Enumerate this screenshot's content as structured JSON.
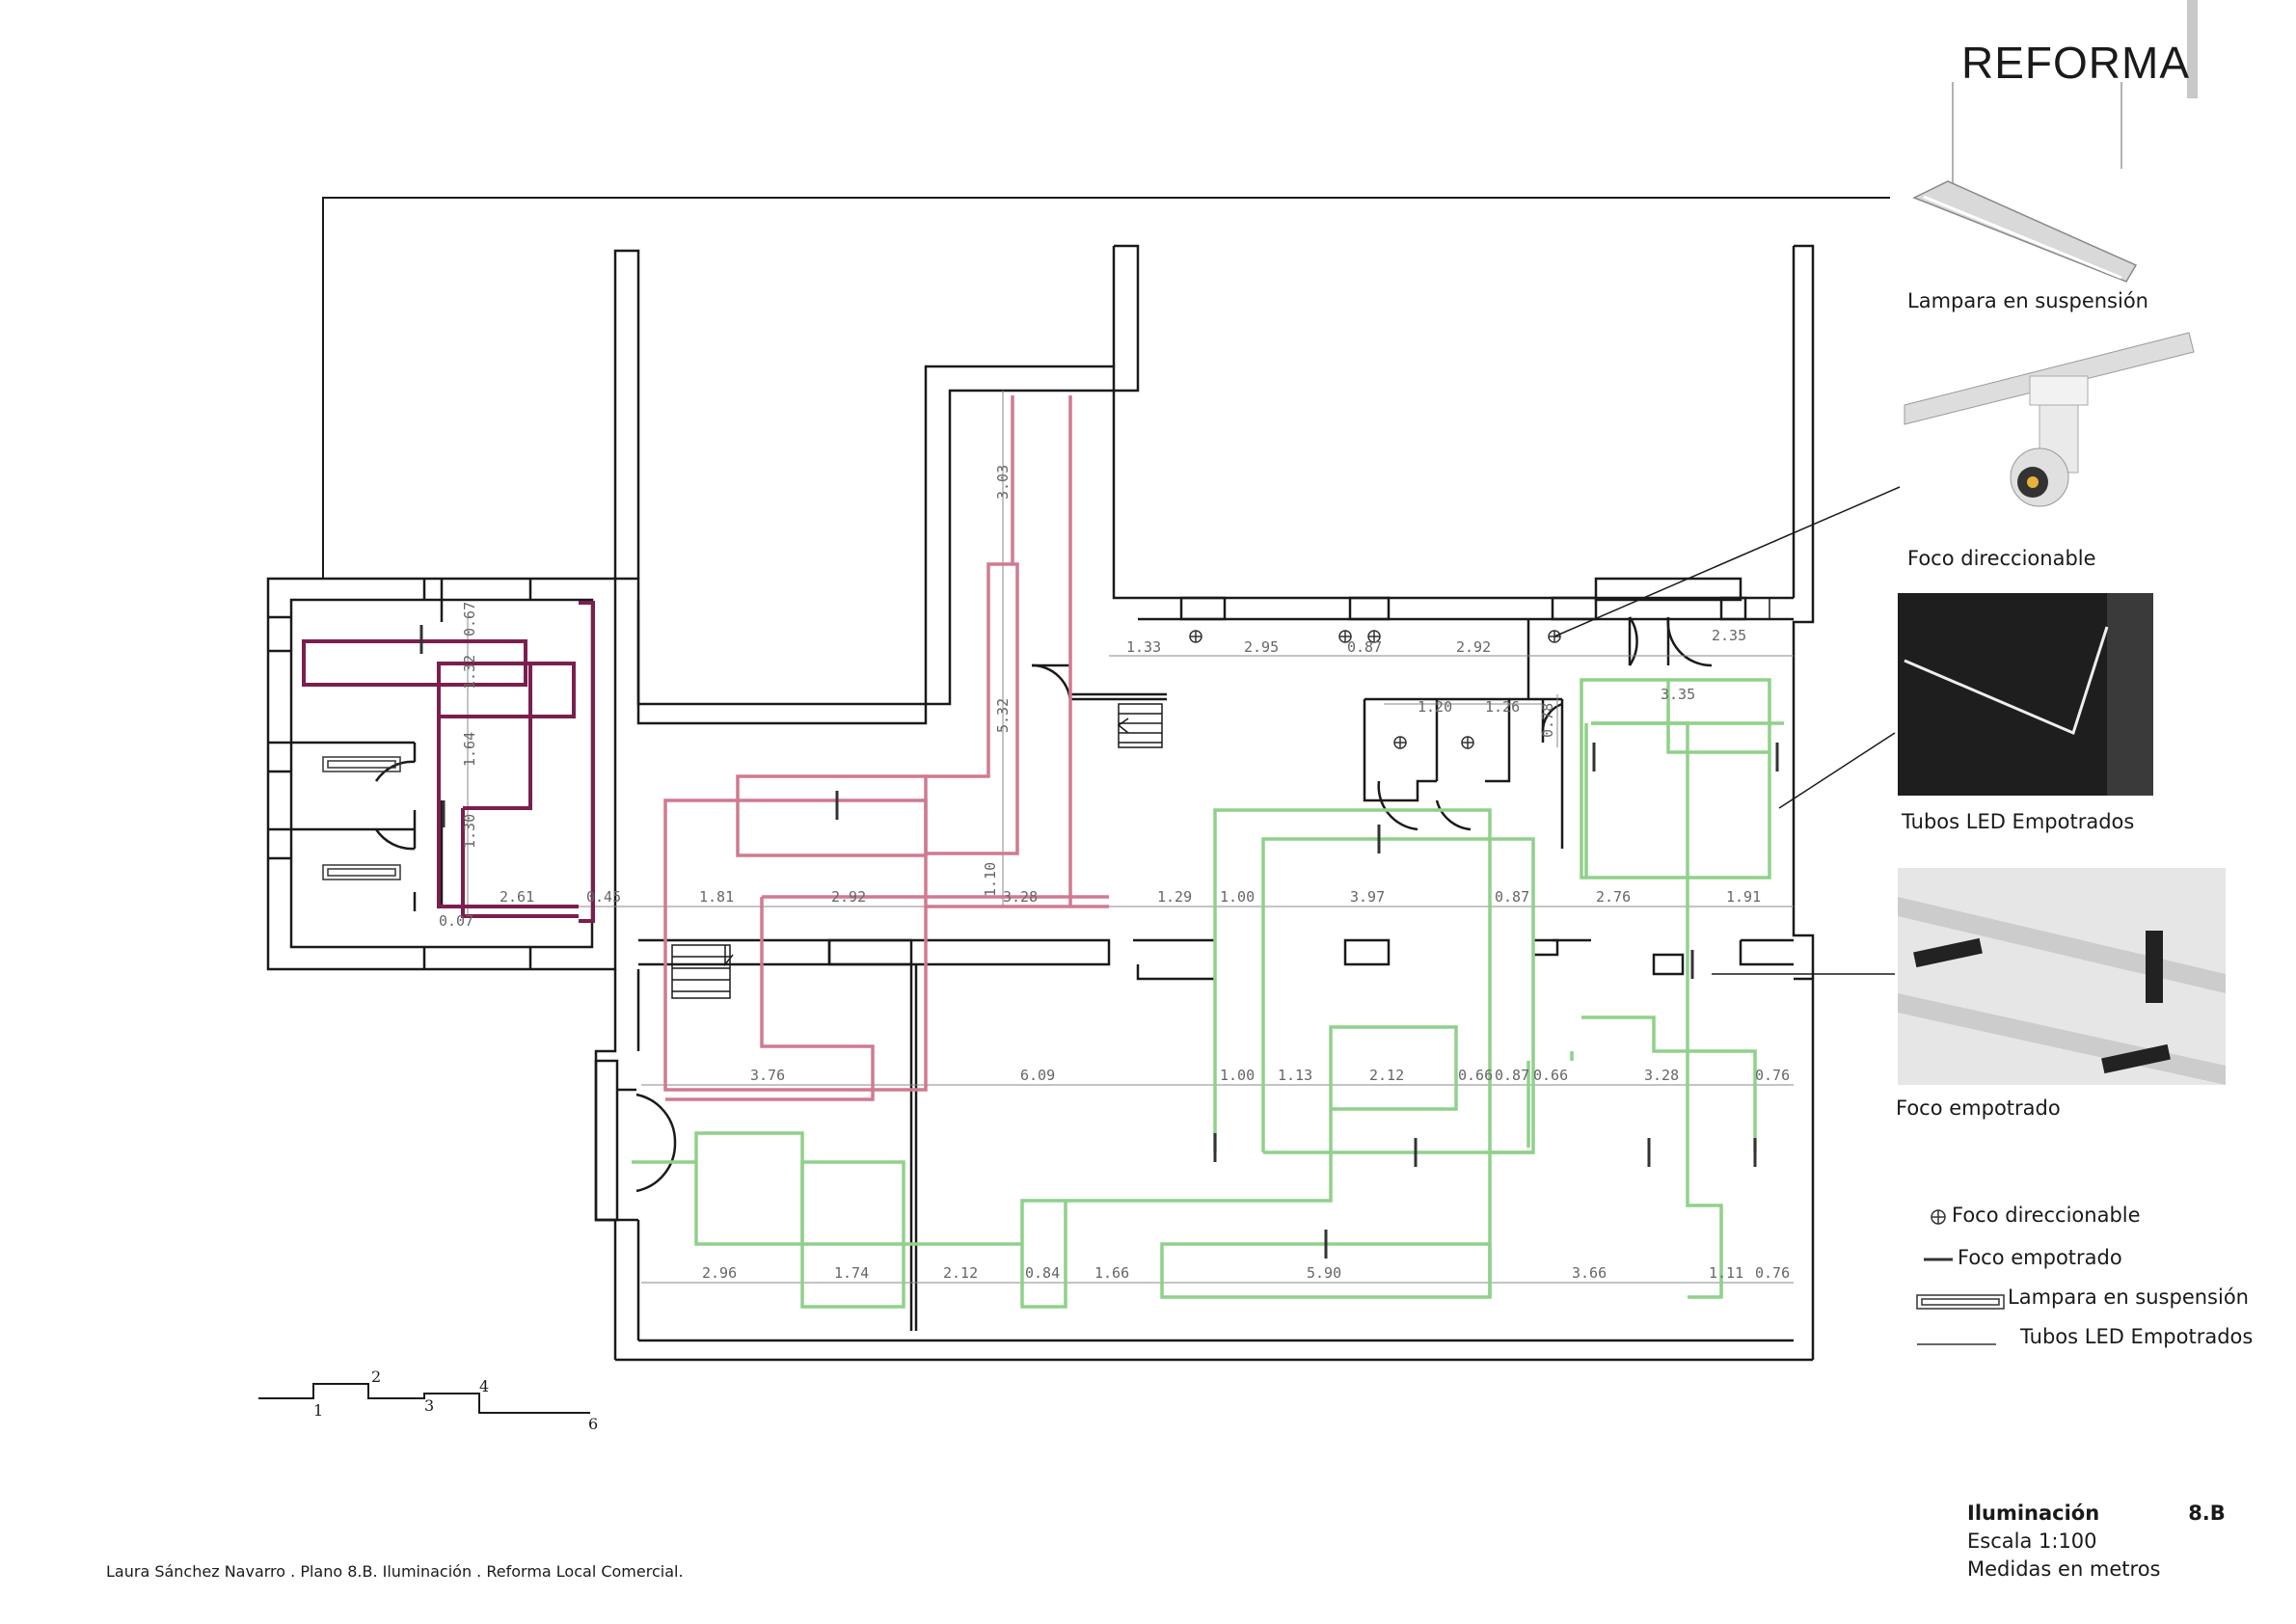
{
  "header": {
    "title": "REFORMA"
  },
  "photos": [
    {
      "caption": "Lampara en suspensión",
      "icon": "suspension-lamp-photo"
    },
    {
      "caption": "Foco direccionable",
      "icon": "track-spotlight-photo"
    },
    {
      "caption": "Tubos LED Empotrados",
      "icon": "recessed-led-tube-photo"
    },
    {
      "caption": "Foco empotrado",
      "icon": "recessed-spot-photo"
    }
  ],
  "legend": [
    {
      "symbol": "circle-cross-icon",
      "label": "Foco direccionable"
    },
    {
      "symbol": "recessed-spot-symbol",
      "label": "Foco empotrado"
    },
    {
      "symbol": "suspension-lamp-symbol",
      "label": "Lampara en suspensión"
    },
    {
      "symbol": "line-symbol",
      "label": "Tubos LED Empotrados"
    }
  ],
  "sheet": {
    "name": "Iluminación",
    "number": "8.B",
    "scale": "Escala 1:100",
    "units": "Medidas en metros"
  },
  "footer": "Laura Sánchez Navarro . Plano 8.B. Iluminación . Reforma Local Comercial.",
  "section_marks": [
    "1",
    "2",
    "3",
    "4",
    "6"
  ],
  "dimensions": {
    "top_left_vertical": [
      "0.67",
      "1.32",
      "1.64",
      "1.30",
      "0.07"
    ],
    "corridor_vertical": [
      "3.03",
      "5.32",
      "1.10"
    ],
    "top_row": [
      "1.33",
      "2.95",
      "0.87",
      "2.92",
      "2.35"
    ],
    "bathrooms": [
      "1.20",
      "1.26",
      "0.78",
      "3.35"
    ],
    "mid_row": [
      "2.61",
      "0.45",
      "1.81",
      "2.92",
      "3.28",
      "1.29",
      "1.00",
      "3.97",
      "0.87",
      "2.76",
      "1.91"
    ],
    "lower_row": [
      "3.76",
      "6.09",
      "1.00",
      "1.13",
      "2.12",
      "0.66",
      "0.87",
      "0.66",
      "3.28",
      "0.76"
    ],
    "bottom_row": [
      "2.96",
      "1.74",
      "2.12",
      "0.84",
      "1.66",
      "5.90",
      "3.66",
      "1.11",
      "0.76"
    ]
  },
  "colors": {
    "wall": "#1a1a1a",
    "led_purple": "#7a1f4e",
    "led_pink": "#d07a90",
    "led_green": "#8fd18a"
  }
}
